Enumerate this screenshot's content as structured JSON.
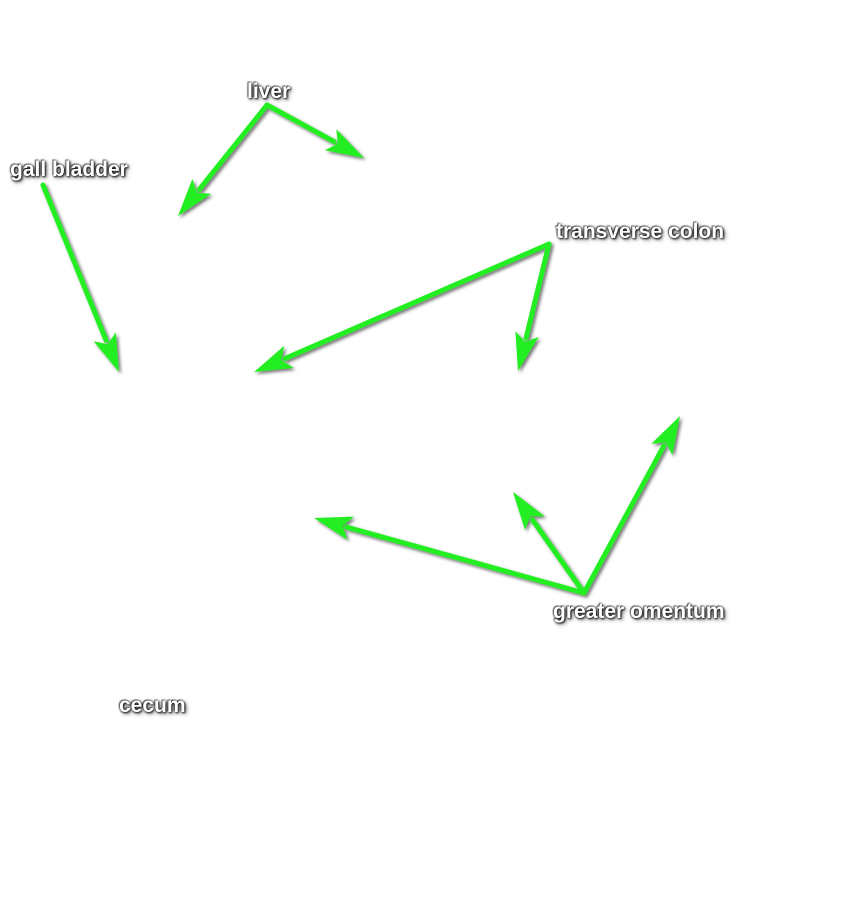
{
  "labels": {
    "liver": "liver",
    "gall_bladder": "gall bladder",
    "transverse_colon": "transverse colon",
    "greater_omentum": "greater omentum",
    "cecum": "cecum"
  },
  "colors": {
    "arrow": "#22ee22",
    "label_text": "#ffffff",
    "background": "#ffffff"
  }
}
